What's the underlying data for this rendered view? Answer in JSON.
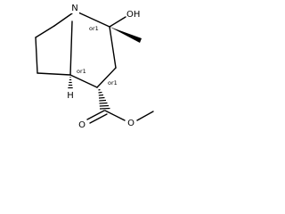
{
  "molecule": {
    "atoms": {
      "nitrogen": "N",
      "hydroxyl": "OH",
      "bridgehead_hydrogen": "H",
      "carbonyl_oxygen": "O",
      "ester_oxygen": "O"
    },
    "stereo_labels": {
      "c2": "or1",
      "c1": "or1",
      "c7a": "or1"
    }
  }
}
